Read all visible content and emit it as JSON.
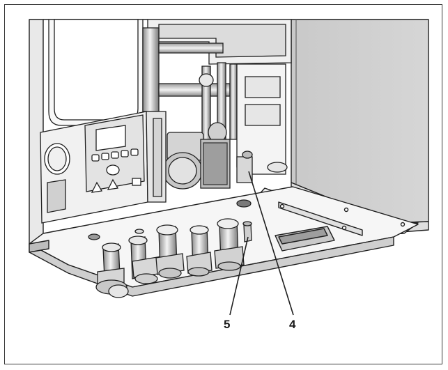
{
  "figure": {
    "callouts": [
      {
        "id": "callout-5",
        "label": "5"
      },
      {
        "id": "callout-4",
        "label": "4"
      }
    ]
  },
  "colors": {
    "line": "#1f1f1f",
    "panel_light": "#f2f2f2",
    "panel_mid": "#d9d9d9",
    "panel_dark": "#9c9c9c",
    "shadow": "#6e6e6e"
  }
}
